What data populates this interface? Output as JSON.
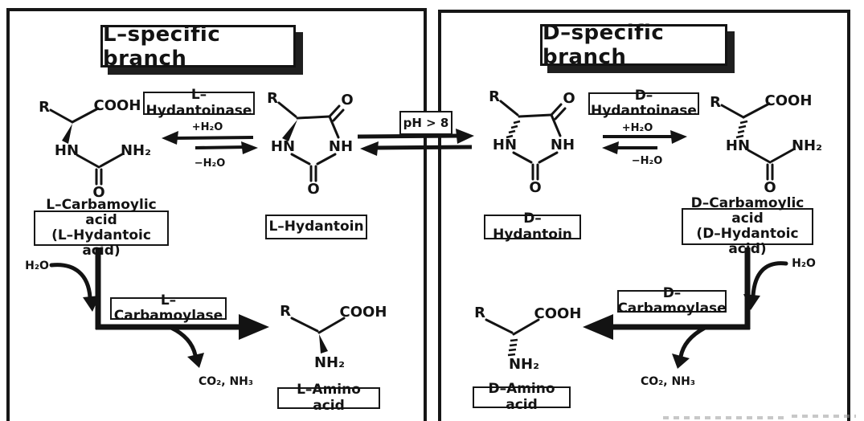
{
  "diagram": {
    "left_panel": {
      "title": "L–specific branch",
      "hydantoinase_enzyme": "L–Hydantoinase",
      "carbamoylase_enzyme": "L–Carbamoylase",
      "carbamoylic_acid_name": "L–Carbamoylic acid",
      "carbamoylic_acid_synonym": "(L–Hydantoic acid)",
      "hydantoin_name": "L–Hydantoin",
      "amino_acid_name": "L–Amino acid",
      "water_in": "H₂O",
      "water_plus": "+H₂O",
      "water_minus": "−H₂O",
      "byproducts": "CO₂, NH₃"
    },
    "right_panel": {
      "title": "D–specific branch",
      "hydantoinase_enzyme": "D–Hydantoinase",
      "carbamoylase_enzyme": "D–Carbamoylase",
      "carbamoylic_acid_name": "D–Carbamoylic acid",
      "carbamoylic_acid_synonym": "(D–Hydantoic acid)",
      "hydantoin_name": "D–Hydantoin",
      "amino_acid_name": "D–Amino acid",
      "water_in": "H₂O",
      "water_plus": "+H₂O",
      "water_minus": "−H₂O",
      "byproducts": "CO₂, NH₃"
    },
    "center": {
      "racemization_condition": "pH > 8"
    },
    "atoms": {
      "r": "R",
      "cooh": "COOH",
      "hn": "HN",
      "nh": "NH",
      "nh2": "NH₂",
      "o": "O"
    },
    "colors": {
      "ink": "#131313",
      "paper": "#ffffff"
    }
  }
}
